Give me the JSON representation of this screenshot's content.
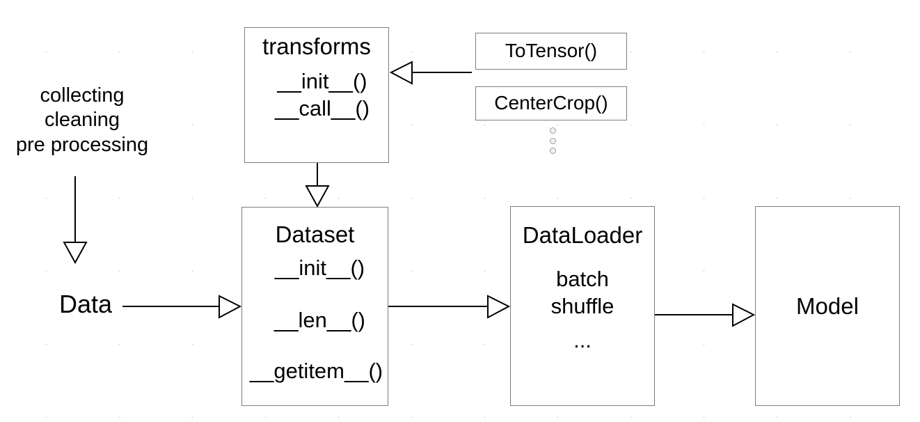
{
  "diagram": {
    "title": "PyTorch data pipeline diagram",
    "background_color": "#ffffff",
    "line_color": "#000000",
    "box_border_color": "#7d7d7d"
  },
  "left_label": {
    "line1": "collecting",
    "line2": "cleaning",
    "line3": "pre processing"
  },
  "data_label": "Data",
  "nodes": {
    "transforms": {
      "title": "transforms",
      "methods": [
        "__init__()",
        "__call__()"
      ]
    },
    "dataset": {
      "title": "Dataset",
      "methods": [
        "__init__()",
        "__len__()",
        "__getitem__()"
      ]
    },
    "dataloader": {
      "title": "DataLoader",
      "options": [
        "batch",
        "shuffle",
        "..."
      ]
    },
    "model": {
      "title": "Model"
    }
  },
  "transform_items": [
    {
      "label": "ToTensor()"
    },
    {
      "label": "CenterCrop()"
    }
  ],
  "transform_more_dots": 3,
  "arrows": [
    {
      "name": "preprocess-arrow",
      "from": "collecting/cleaning/pre processing",
      "to": "Data",
      "direction": "down"
    },
    {
      "name": "data-to-dataset-arrow",
      "from": "Data",
      "to": "Dataset",
      "direction": "right"
    },
    {
      "name": "transforms-to-dataset-arrow",
      "from": "transforms",
      "to": "Dataset",
      "direction": "down"
    },
    {
      "name": "transform-items-to-transforms-arrow",
      "from": "ToTensor()/CenterCrop()",
      "to": "transforms",
      "direction": "left"
    },
    {
      "name": "dataset-to-dataloader-arrow",
      "from": "Dataset",
      "to": "DataLoader",
      "direction": "right"
    },
    {
      "name": "dataloader-to-model-arrow",
      "from": "DataLoader",
      "to": "Model",
      "direction": "right"
    }
  ]
}
